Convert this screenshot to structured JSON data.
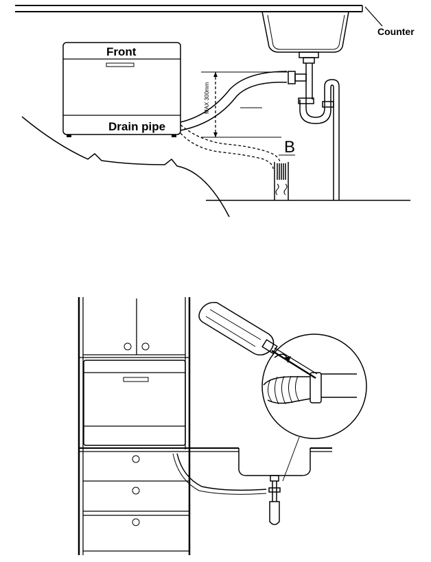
{
  "top_figure": {
    "labels": {
      "counter": "Counter",
      "front": "Front",
      "drain_pipe": "Drain pipe",
      "max_height": "MAX 300mm",
      "option_b": "B"
    }
  },
  "bottom_figure": {}
}
